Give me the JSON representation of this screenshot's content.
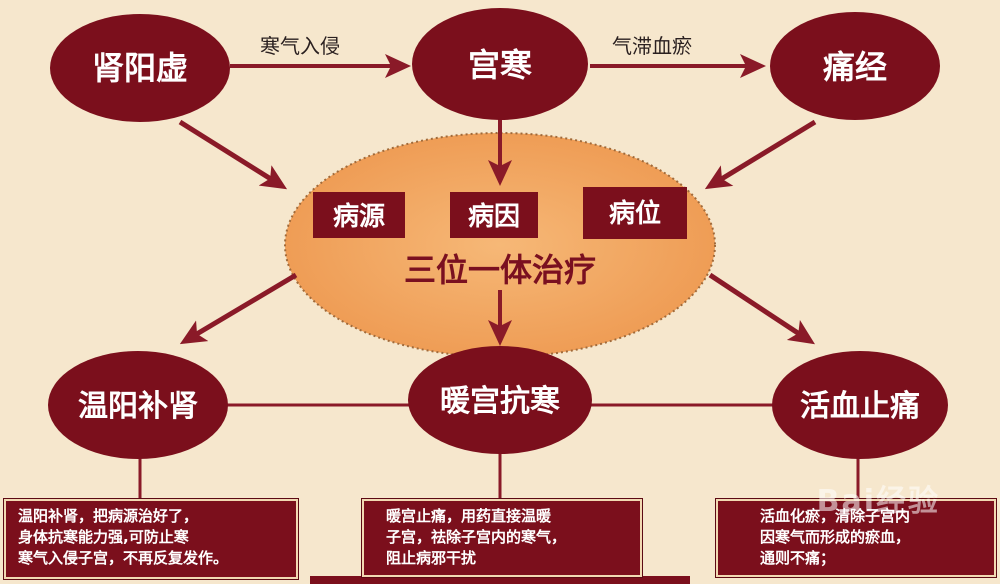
{
  "colors": {
    "background": "#f6e7cd",
    "node_fill": "#7b0f1c",
    "arrow": "#8a1a28",
    "center_fill": "#f0a35e",
    "center_border": "#b07a3a",
    "tag_fill": "#7b0f1c",
    "center_text": "#7a1020"
  },
  "nodes": {
    "shenyangxu": "肾阳虚",
    "gonghan": "宫寒",
    "tongjing": "痛经",
    "wenyang": "温阳补肾",
    "nuangong": "暖宫抗寒",
    "huoxue": "活血止痛"
  },
  "edges": {
    "shen_to_gong": "寒气入侵",
    "gong_to_tong": "气滞血瘀"
  },
  "center": {
    "tags": [
      "病源",
      "病因",
      "病位"
    ],
    "text": "三位一体治疗"
  },
  "notes": {
    "wenyang": [
      "温阳补肾，把病源治好了，",
      "身体抗寒能力强,可防止寒",
      "寒气入侵子宫，不再反复发作。"
    ],
    "nuangong": [
      "暖宫止痛，用药直接温暖",
      "子宫，祛除子宫内的寒气，",
      "阻止病邪干扰"
    ],
    "huoxue": [
      "活血化瘀，清除子宫内",
      "因寒气而形成的瘀血，",
      "通则不痛；"
    ]
  },
  "watermark": "Bai经验"
}
